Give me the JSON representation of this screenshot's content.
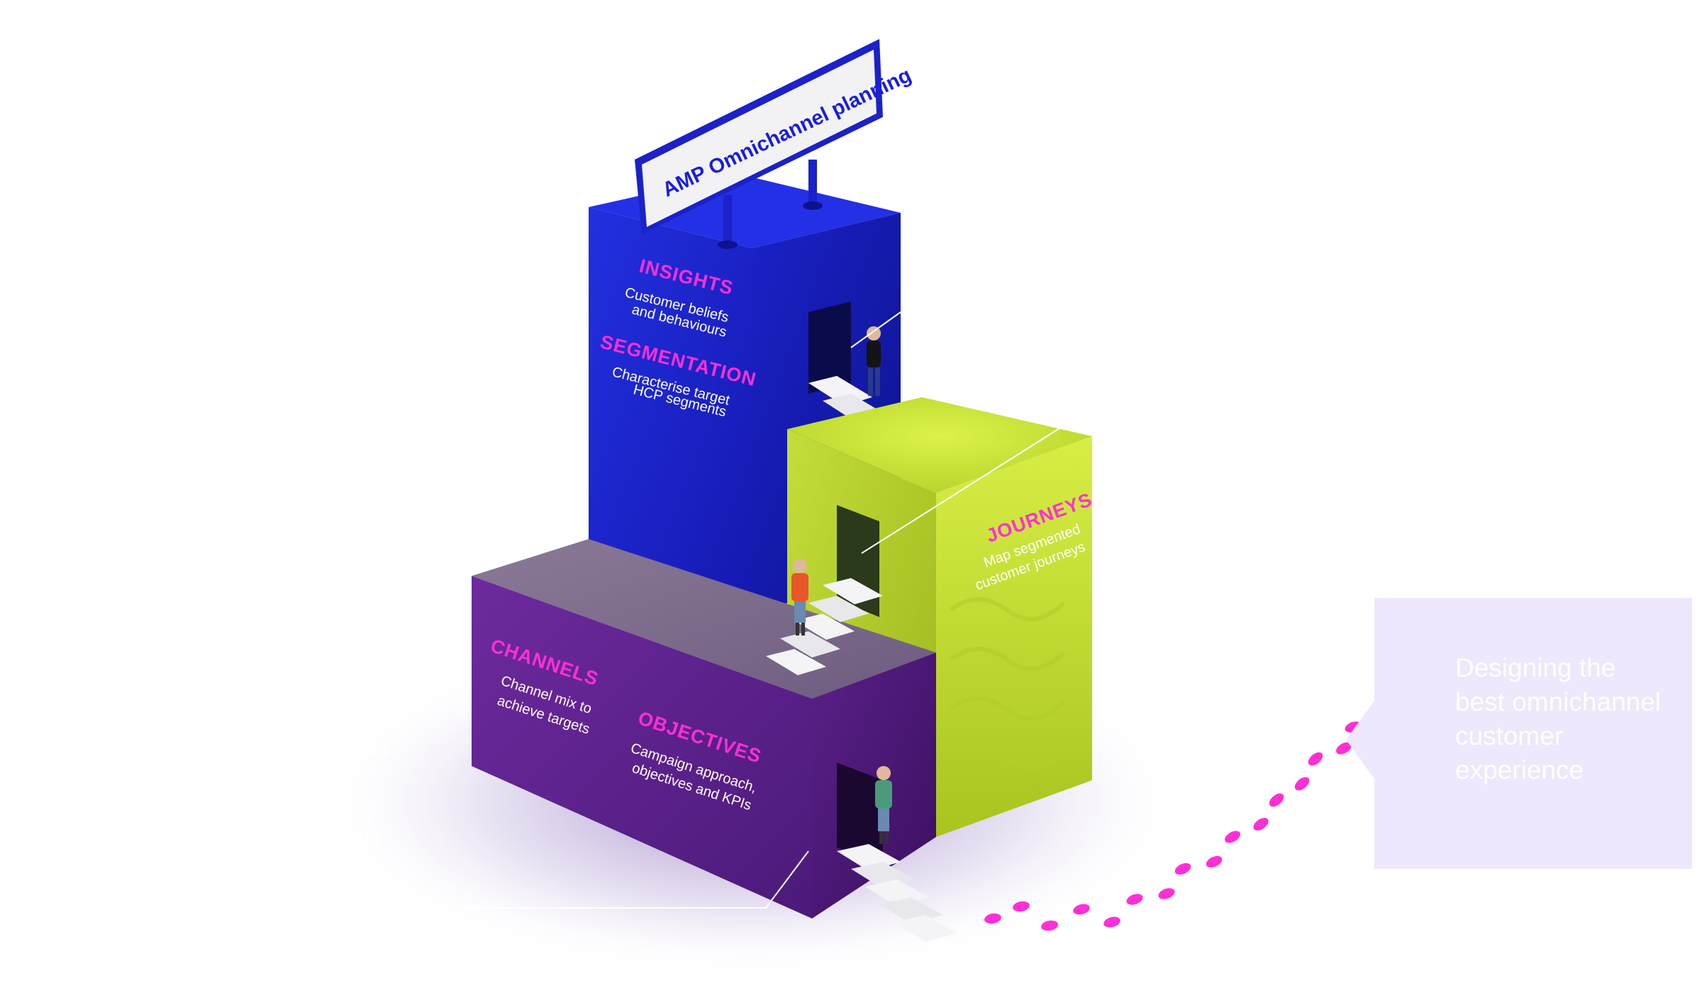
{
  "sign": {
    "title": "AMP Omnichannel planning"
  },
  "sections": {
    "insights": {
      "label": "INSIGHTS",
      "desc_line1": "Customer beliefs",
      "desc_line2": "and behaviours"
    },
    "segmentation": {
      "label": "SEGMENTATION",
      "desc_line1": "Characterise target",
      "desc_line2": "HCP segments"
    },
    "journeys": {
      "label": "JOURNEYS",
      "desc_line1": "Map segmented",
      "desc_line2": "customer journeys"
    },
    "channels": {
      "label": "CHANNELS",
      "desc_line1": "Channel mix to",
      "desc_line2": "achieve targets"
    },
    "objectives": {
      "label": "OBJECTIVES",
      "desc_line1": "Campaign approach,",
      "desc_line2": "objectives and KPIs"
    }
  },
  "callout": {
    "text": "Designing the best omnichannel customer experience"
  },
  "partial_left_text": {
    "line1": "ness",
    "line2": "ding",
    "line3": "and"
  },
  "colors": {
    "blue_tower": "#1a1fd0",
    "green_block": "#c6e23a",
    "purple_block": "#5a1f8c",
    "accent_pink": "#ff2fd6",
    "callout_bg": "#efe7fb"
  }
}
